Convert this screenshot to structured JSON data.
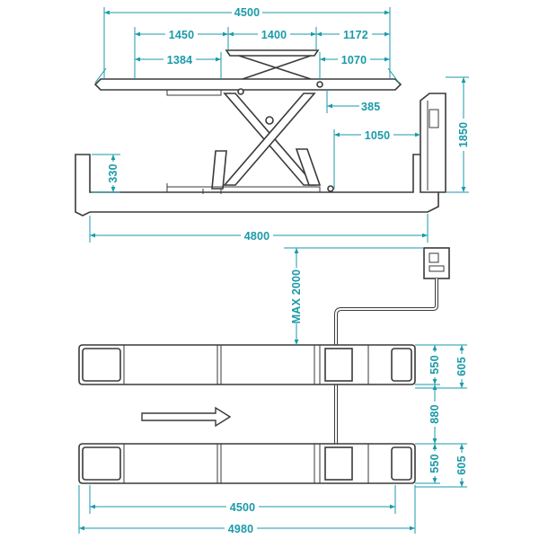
{
  "dimensions": {
    "top_overall": "4500",
    "top_left_segment": "1450",
    "top_center_segment": "1400",
    "top_right_segment": "1172",
    "inner_left": "1384",
    "inner_right": "1070",
    "small_right": "385",
    "console_offset": "1050",
    "height_lowered": "330",
    "console_height": "1850",
    "base_length": "4800",
    "max_cable": "MAX 2000",
    "platform_width_top": "550",
    "platform_outer_top": "605",
    "platform_gap": "880",
    "platform_width_bottom": "550",
    "platform_outer_bottom": "605",
    "platform_length": "4500",
    "overall_length": "4980"
  },
  "colors": {
    "dimension": "#1a9aa8",
    "outline": "#3a3a3a"
  },
  "icons": {
    "direction_arrow": "arrow-right-icon"
  }
}
